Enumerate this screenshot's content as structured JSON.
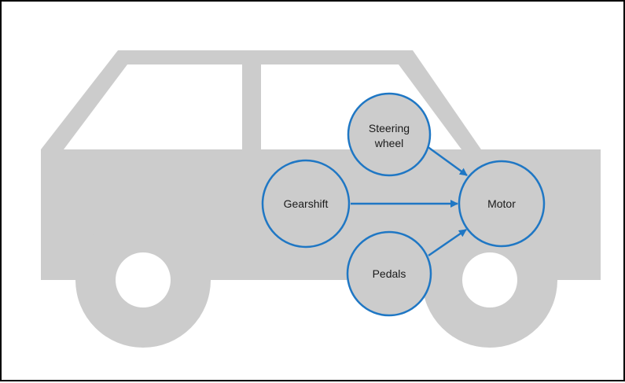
{
  "colors": {
    "car_body": "#cccccc",
    "window": "#ffffff",
    "node_stroke": "#1f77c4",
    "arrow": "#1f77c4",
    "node_fill": "#cccccc",
    "frame": "#000000"
  },
  "nodes": {
    "steering_wheel": {
      "line1": "Steering",
      "line2": "wheel"
    },
    "gearshift": {
      "label": "Gearshift"
    },
    "pedals": {
      "label": "Pedals"
    },
    "motor": {
      "label": "Motor"
    }
  },
  "edges": [
    {
      "from": "Steering wheel",
      "to": "Motor"
    },
    {
      "from": "Gearshift",
      "to": "Motor"
    },
    {
      "from": "Pedals",
      "to": "Motor"
    }
  ]
}
